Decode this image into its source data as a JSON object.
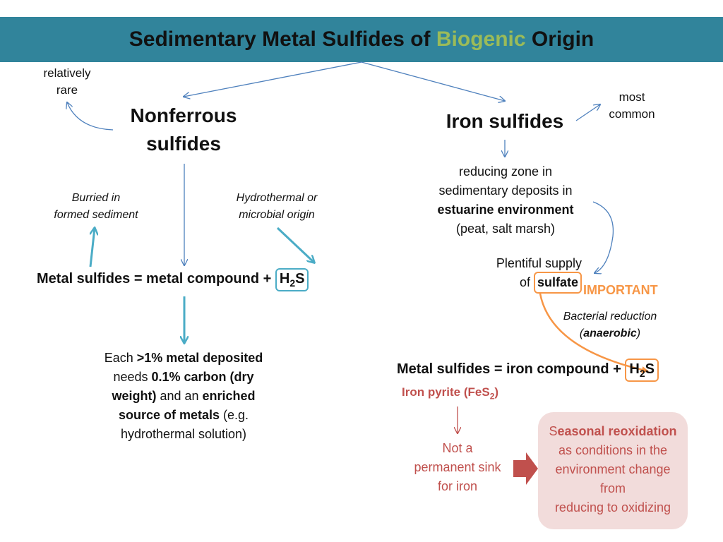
{
  "title": {
    "prefix": "Sedimentary Metal Sulfides of ",
    "highlight": "Biogenic",
    "suffix": " Origin"
  },
  "left": {
    "rare_note": [
      "relatively",
      "rare"
    ],
    "heading": [
      "Nonferrous",
      "sulfides"
    ],
    "burried_note": [
      "Burried in",
      "formed sediment"
    ],
    "hydro_note": [
      "Hydrothermal or",
      "microbial origin"
    ],
    "equation": {
      "text": "Metal sulfides = metal compound + ",
      "h": "H",
      "sub": "2",
      "s": "S"
    },
    "requirement": {
      "l1a": "Each ",
      "l1b": ">1% metal deposited",
      "l2a": "needs ",
      "l2b": "0.1% carbon (dry",
      "l3a": "weight)",
      "l3b": " and an ",
      "l3c": "enriched",
      "l4a": "source of metals",
      "l4b": " (e.g.",
      "l5": "hydrothermal solution)"
    }
  },
  "right": {
    "heading": "Iron sulfides",
    "common_note": [
      "most",
      "common"
    ],
    "zone": {
      "l1": "reducing zone in",
      "l2": "sedimentary deposits in",
      "l3": "estuarine environment",
      "l4": "(peat, salt marsh)"
    },
    "supply": {
      "l1": "Plentiful supply",
      "l2a": "of ",
      "l2b": "sulfate"
    },
    "important": "IMPORTANT",
    "bacterial": {
      "l1": "Bacterial reduction",
      "l2a": "(",
      "l2b": "anaerobic",
      "l2c": ")"
    },
    "equation": {
      "text": "Metal sulfides = iron compound + ",
      "h": "H",
      "sub": "2",
      "s": "S"
    },
    "pyrite": {
      "text": "Iron pyrite (FeS",
      "sub": "2",
      "close": ")"
    },
    "sink": [
      "Not a",
      "permanent sink",
      "for iron"
    ],
    "reox": {
      "s": "S",
      "bold": "easonal reoxidation",
      "l2": "as conditions in the",
      "l3": "environment change",
      "l4": "from",
      "l5": "reducing to oxidizing"
    }
  },
  "colors": {
    "title_bar": "#31849b",
    "highlight": "#9bbb59",
    "blue_arrow": "#4f81bd",
    "cyan_arrow": "#4bacc6",
    "orange": "#f79646",
    "red": "#c0504d",
    "reox_fill": "#f2dcdb"
  }
}
